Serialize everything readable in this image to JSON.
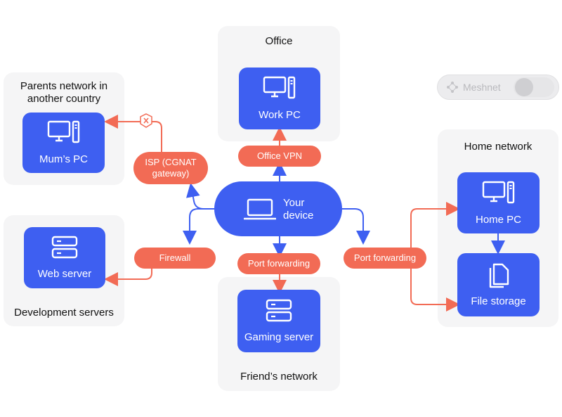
{
  "panels": {
    "office": "Office",
    "parents": "Parents network in another country",
    "home": "Home network",
    "dev": "Development servers",
    "friend": "Friend’s network"
  },
  "nodes": {
    "work_pc": "Work PC",
    "mums_pc": "Mum’s PC",
    "web_server": "Web server",
    "gaming_server": "Gaming server",
    "home_pc": "Home PC",
    "file_storage": "File storage",
    "your_device": "Your device"
  },
  "connections": {
    "office_vpn": "Office VPN",
    "isp": "ISP (CGNAT gateway)",
    "firewall": "Firewall",
    "port_forwarding_friend": "Port forwarding",
    "port_forwarding_home": "Port forwarding"
  },
  "toggle": {
    "label": "Meshnet",
    "state": "off"
  },
  "colors": {
    "node": "#3e5ff1",
    "link": "#f26b55",
    "panel": "#f5f5f6"
  },
  "icons": [
    "monitor-tower-icon",
    "server-icon",
    "laptop-icon",
    "files-icon",
    "meshnet-icon",
    "blocked-x-icon"
  ]
}
